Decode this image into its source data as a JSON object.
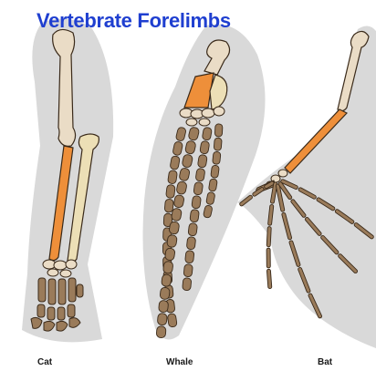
{
  "title": "Vertebrate Forelimbs",
  "labels": {
    "cat": "Cat",
    "whale": "Whale",
    "bat": "Bat"
  },
  "colors": {
    "title": "#1f3fd0",
    "silhouette": "#d9d9d9",
    "upper_bone": "#eadcc6",
    "middle_bone": "#ecdfb6",
    "radius_highlight": "#ee8f3a",
    "digit_bone": "#9a7b5a",
    "outline": "#3a2a1a"
  }
}
